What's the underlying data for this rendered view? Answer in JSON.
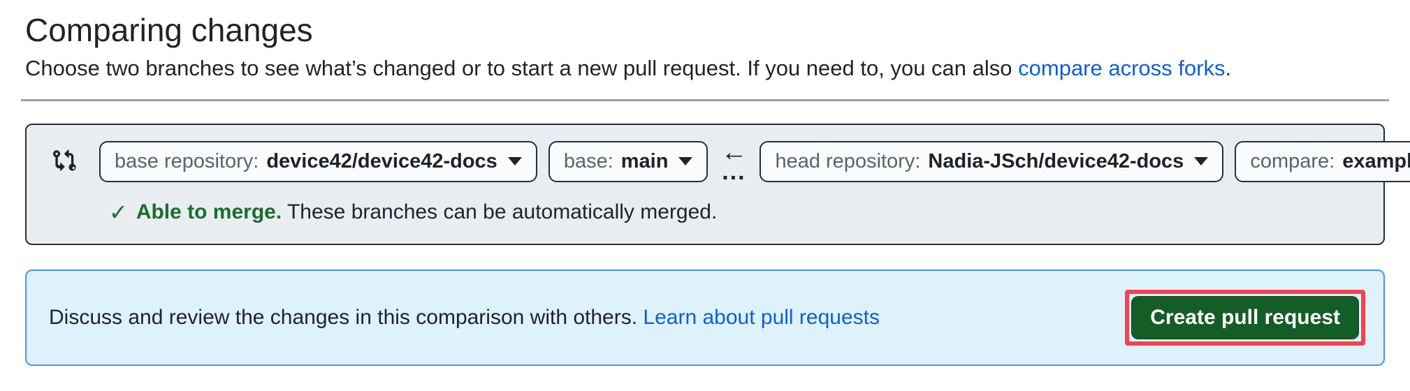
{
  "page": {
    "title": "Comparing changes",
    "subtitle_text": "Choose two branches to see what’s changed or to start a new pull request. If you need to, you can also ",
    "subtitle_link": "compare across forks",
    "subtitle_period": "."
  },
  "range_bar": {
    "icon": "git-compare-icon",
    "dropdowns": [
      {
        "label": "base repository:",
        "value": "device42/device42-docs"
      },
      {
        "label": "base:",
        "value": "main"
      },
      {
        "label": "head repository:",
        "value": "Nadia-JSch/device42-docs"
      },
      {
        "label": "compare:",
        "value": "example-branch"
      }
    ],
    "arrow_glyph": "←",
    "ellipsis_glyph": "...",
    "merge_status": {
      "check_glyph": "✓",
      "status_bold": "Able to merge.",
      "status_text": " These branches can be automatically merged."
    }
  },
  "banner": {
    "text": "Discuss and review the changes in this comparison with others. ",
    "link": "Learn about pull requests",
    "button": "Create pull request"
  },
  "colors": {
    "accent_blue": "#0b5fd7",
    "success_green": "#176f2c",
    "button_green": "#155d27",
    "annotation_red": "#f4434e",
    "banner_bg": "#def2fc",
    "banner_border": "#4495ef",
    "box_bg": "#e9edf1"
  }
}
